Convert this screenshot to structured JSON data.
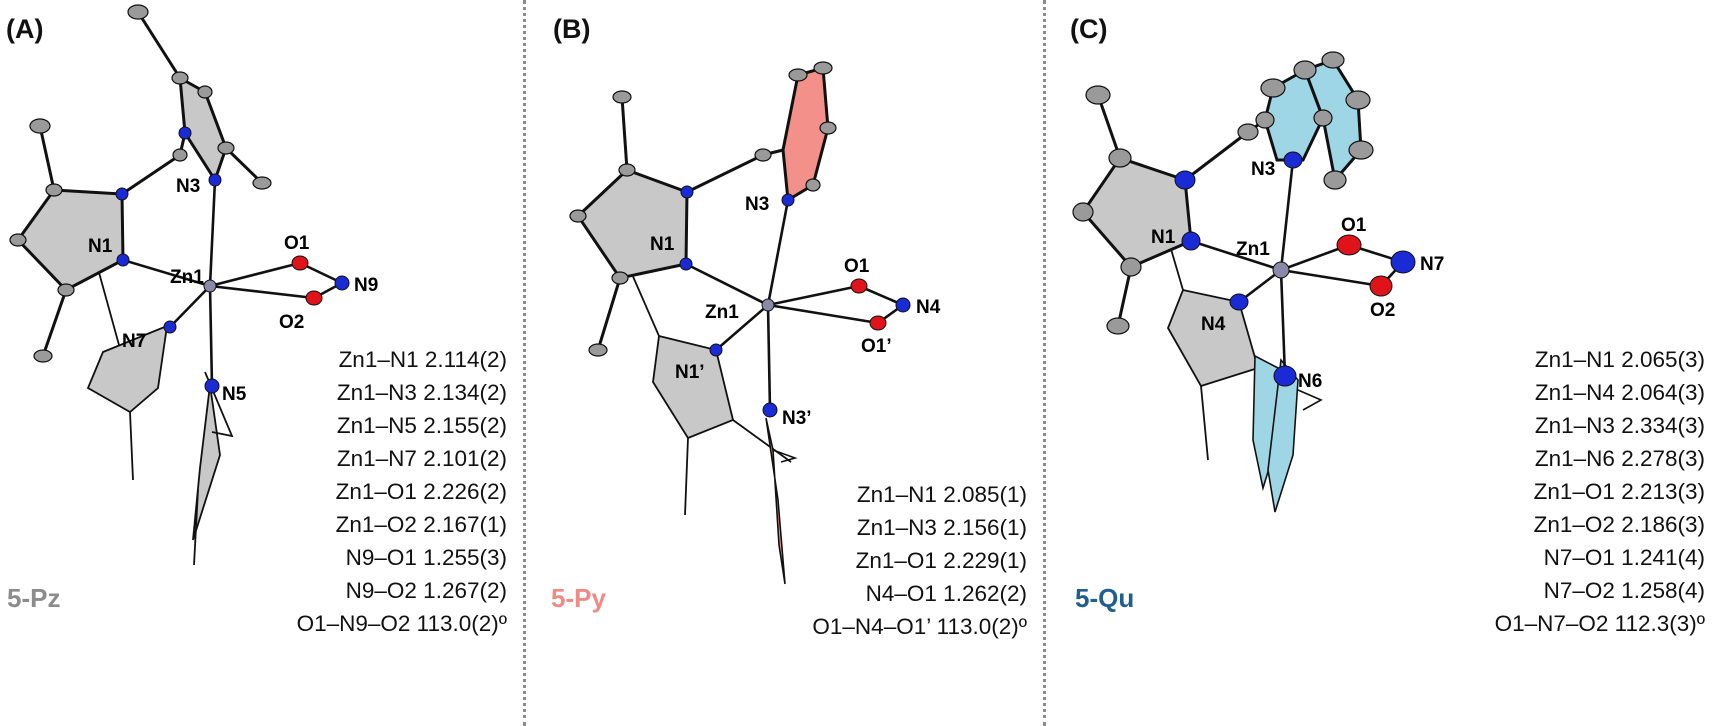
{
  "panels": [
    {
      "label": "(A)",
      "compound": "5-Pz",
      "compound_color": "#8c8c8c",
      "ring_fill": "#c8c8c8",
      "atoms": {
        "zn": "Zn1",
        "n1": "N1",
        "n3": "N3",
        "n7": "N7",
        "n5": "N5",
        "o1": "O1",
        "o2": "O2",
        "nn": "N9"
      },
      "bonds": [
        "Zn1–N1 2.114(2)",
        "Zn1–N3 2.134(2)",
        "Zn1–N5 2.155(2)",
        "Zn1–N7 2.101(2)",
        "Zn1–O1 2.226(2)",
        "Zn1–O2 2.167(1)",
        "N9–O1 1.255(3)",
        "N9–O2 1.267(2)",
        "O1–N9–O2 113.0(2)º"
      ]
    },
    {
      "label": "(B)",
      "compound": "5-Py",
      "compound_color": "#f08a85",
      "ring_fill": "#f4908a",
      "atoms": {
        "zn": "Zn1",
        "n1": "N1",
        "n3": "N3",
        "n1p": "N1’",
        "n3p": "N3’",
        "o1": "O1",
        "o1p": "O1’",
        "nn": "N4"
      },
      "bonds": [
        "Zn1–N1 2.085(1)",
        "Zn1–N3 2.156(1)",
        "Zn1–O1 2.229(1)",
        "N4–O1 1.262(2)",
        "O1–N4–O1’ 113.0(2)º"
      ]
    },
    {
      "label": "(C)",
      "compound": "5-Qu",
      "compound_color": "#1f5f8f",
      "ring_fill": "#9fd6e6",
      "atoms": {
        "zn": "Zn1",
        "n1": "N1",
        "n3": "N3",
        "n4": "N4",
        "n6": "N6",
        "o1": "O1",
        "o2": "O2",
        "nn": "N7"
      },
      "bonds": [
        "Zn1–N1 2.065(3)",
        "Zn1–N4 2.064(3)",
        "Zn1–N3 2.334(3)",
        "Zn1–N6 2.278(3)",
        "Zn1–O1 2.213(3)",
        "Zn1–O2 2.186(3)",
        "N7–O1 1.241(4)",
        "N7–O2 1.258(4)",
        "O1–N7–O2 112.3(3)º"
      ]
    }
  ]
}
